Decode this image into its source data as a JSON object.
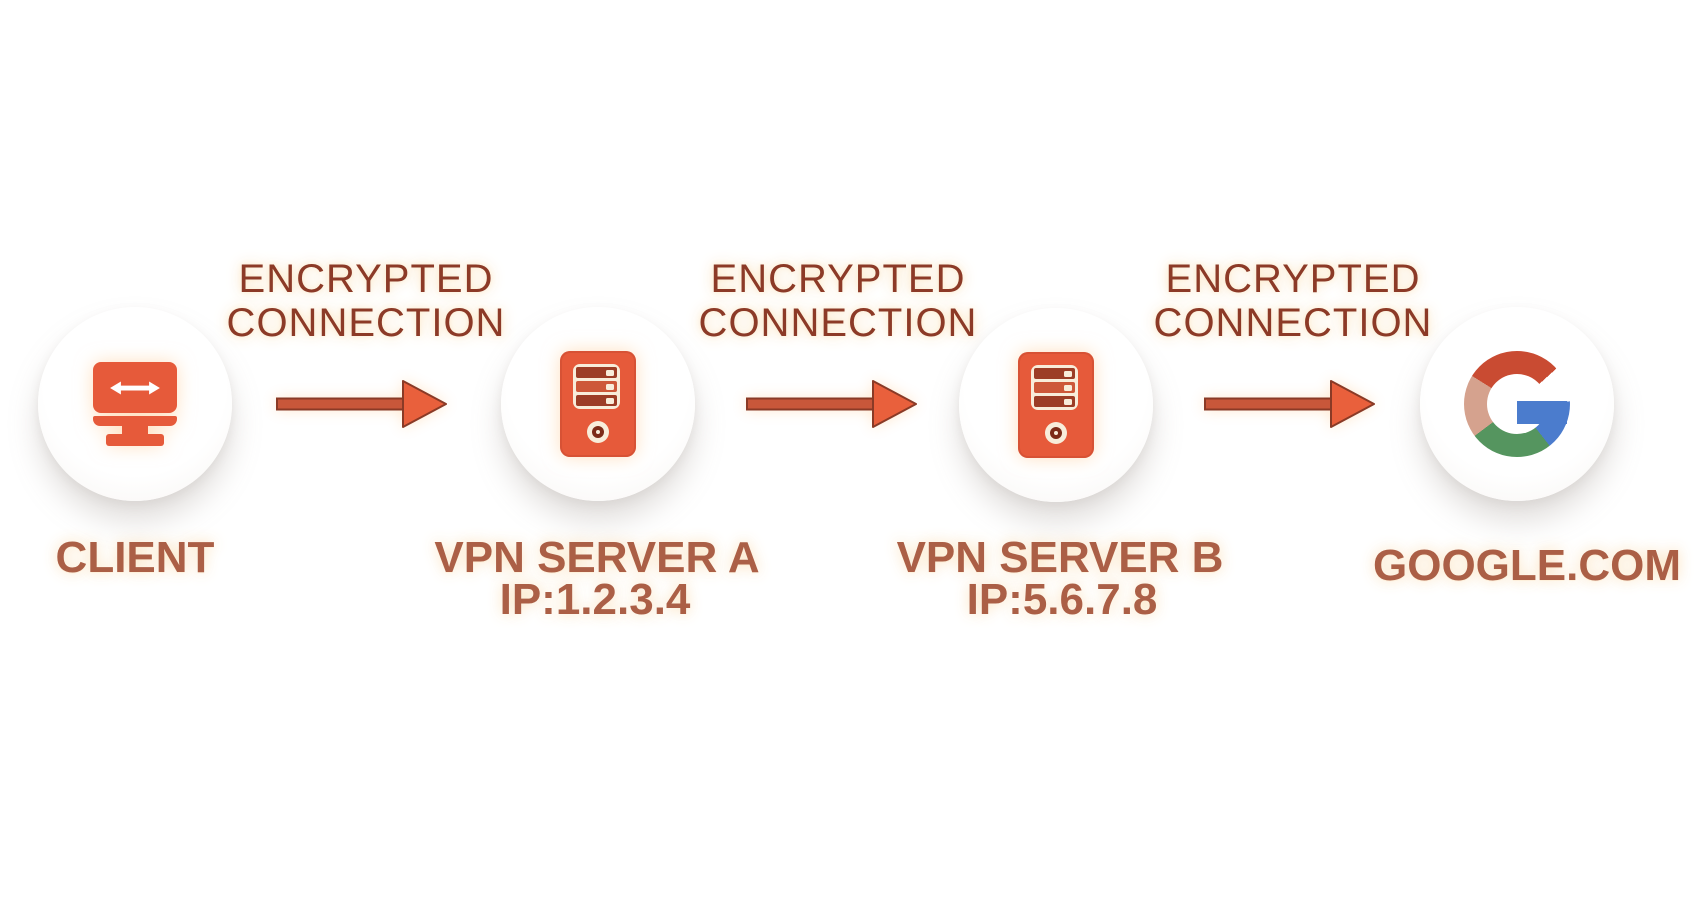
{
  "palette": {
    "background": "#ffffff",
    "accent_orange": "#e65a3a",
    "arrow_shaft": "#c8573a",
    "arrow_head": "#e9603c",
    "dark_outline": "#8a3a26",
    "connection_label_text": "#8c3a27",
    "node_title_text": "#ab5f46",
    "icon_cream": "#f8edda",
    "google_red": "#c94b32",
    "google_salmon": "#d5a28e",
    "google_green": "#55955f",
    "google_blue": "#4b7ccd"
  },
  "nodes": [
    {
      "id": "client",
      "title": "CLIENT",
      "icon": "monitor-arrows-icon"
    },
    {
      "id": "vpn-server-a",
      "title": "VPN SERVER A",
      "subtitle": "IP:1.2.3.4",
      "icon": "server-icon"
    },
    {
      "id": "vpn-server-b",
      "title": "VPN SERVER B",
      "subtitle": "IP:5.6.7.8",
      "icon": "server-icon"
    },
    {
      "id": "google",
      "title": "GOOGLE.COM",
      "icon": "google-logo-icon"
    }
  ],
  "connections": [
    {
      "from": "client",
      "to": "vpn-server-a",
      "label": [
        "ENCRYPTED",
        "CONNECTION"
      ]
    },
    {
      "from": "vpn-server-a",
      "to": "vpn-server-b",
      "label": [
        "ENCRYPTED",
        "CONNECTION"
      ]
    },
    {
      "from": "vpn-server-b",
      "to": "google",
      "label": [
        "ENCRYPTED",
        "CONNECTION"
      ]
    }
  ]
}
